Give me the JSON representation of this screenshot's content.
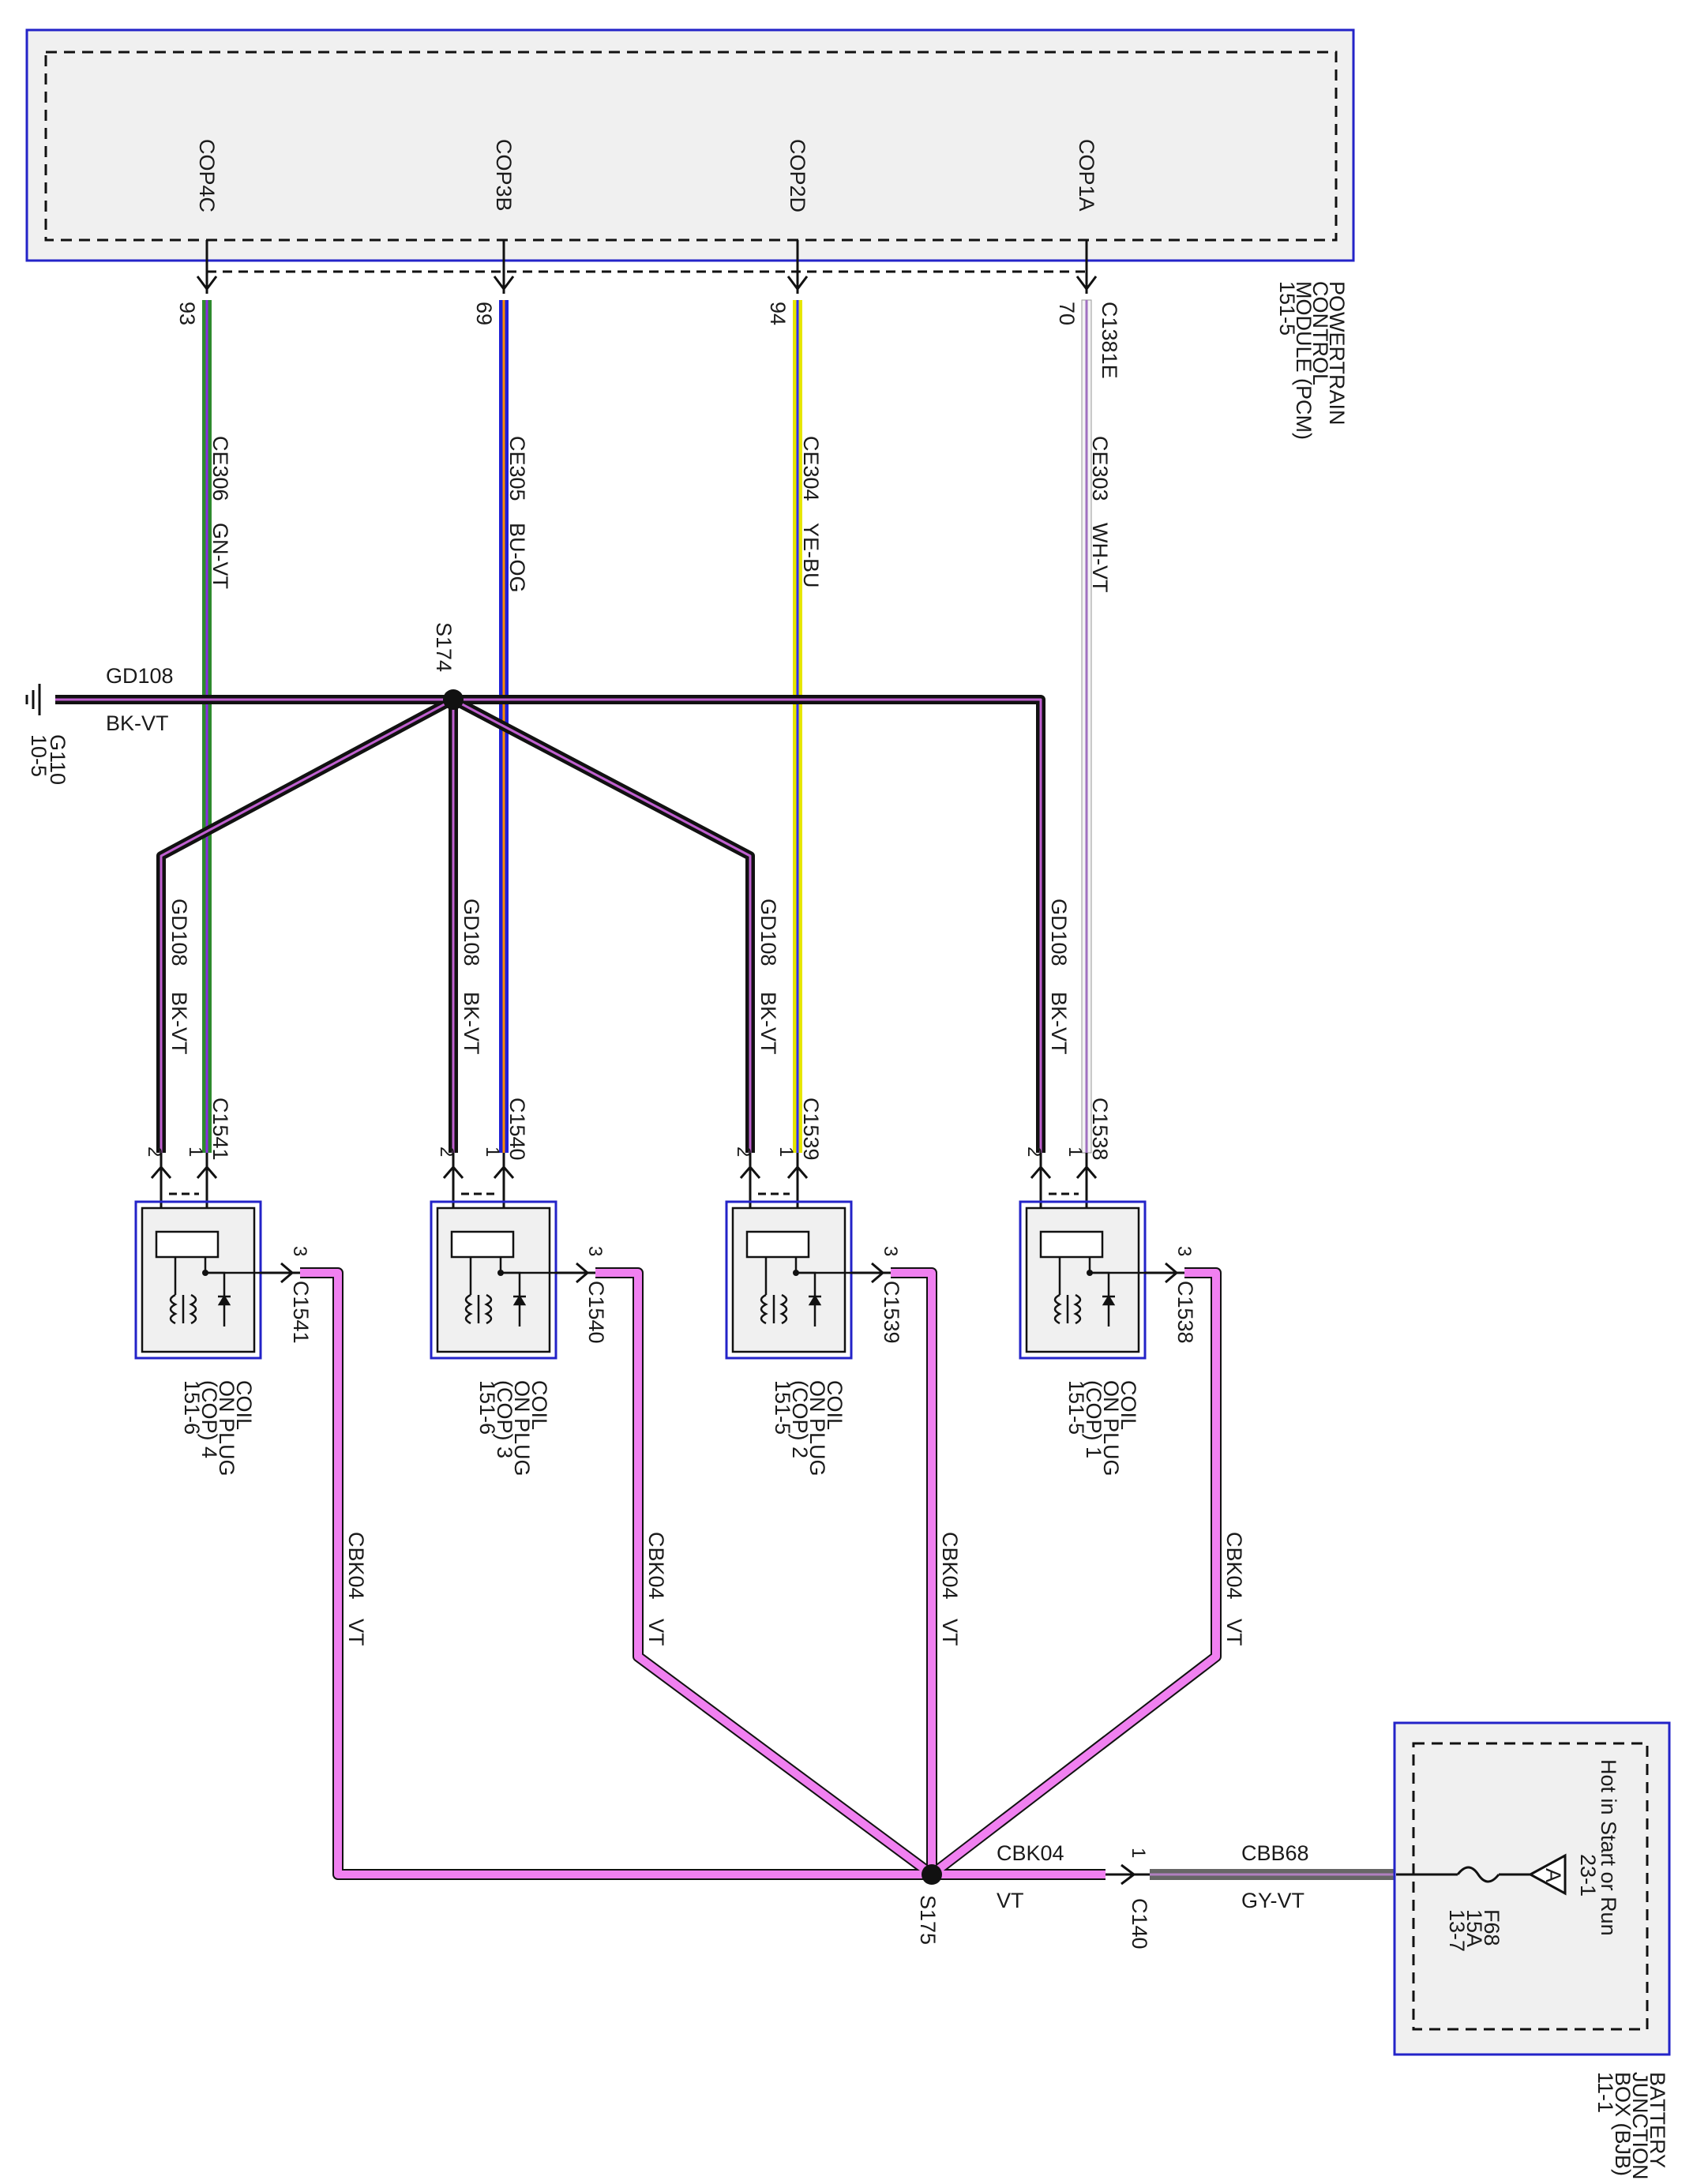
{
  "pcm": {
    "pins": [
      "COP4C",
      "COP3B",
      "COP2D",
      "COP1A"
    ],
    "pin_numbers": [
      "93",
      "69",
      "94",
      "70"
    ],
    "connector": "C1381E",
    "label_lines": [
      "POWERTRAIN",
      "CONTROL",
      "MODULE (PCM)",
      "151-5"
    ]
  },
  "signal_wires": [
    {
      "circuit": "CE306",
      "color_code": "GN-VT",
      "color": "#2e8b2e",
      "stripe": "#8a2be2"
    },
    {
      "circuit": "CE305",
      "color_code": "BU-OG",
      "color": "#1f1fd6",
      "stripe": "#ff8c00"
    },
    {
      "circuit": "CE304",
      "color_code": "YE-BU",
      "color": "#e6e600",
      "stripe": "#3030ff"
    },
    {
      "circuit": "CE303",
      "color_code": "WH-VT",
      "color": "#f4f4f4",
      "stripe": "#a070c0"
    }
  ],
  "ground": {
    "splice": "S174",
    "circuit": "GD108",
    "color_code": "BK-VT",
    "ground_label": "G110",
    "ground_page": "10-5"
  },
  "coils": [
    {
      "connector": "C1541",
      "name_lines": [
        "COIL",
        "ON PLUG",
        "(COP) 4",
        "151-6"
      ]
    },
    {
      "connector": "C1540",
      "name_lines": [
        "COIL",
        "ON PLUG",
        "(COP) 3",
        "151-6"
      ]
    },
    {
      "connector": "C1539",
      "name_lines": [
        "COIL",
        "ON PLUG",
        "(COP) 2",
        "151-5"
      ]
    },
    {
      "connector": "C1538",
      "name_lines": [
        "COIL",
        "ON PLUG",
        "(COP) 1",
        "151-5"
      ]
    }
  ],
  "coil_pins": [
    "2",
    "1",
    "3"
  ],
  "power": {
    "circuit": "CBK04",
    "color_code": "VT",
    "splice": "S175",
    "connector": "C140",
    "connector_pin": "1",
    "feed_circuit": "CBB68",
    "feed_color_code": "GY-VT"
  },
  "bjb": {
    "label_lines": [
      "BATTERY",
      "JUNCTION",
      "BOX (BJB)",
      "11-1"
    ],
    "hot_text": "Hot in Start or Run",
    "page_ref": "23-1",
    "flag": "A",
    "fuse_lines": [
      "F68",
      "15A",
      "13-7"
    ]
  },
  "colors": {
    "module_border": "#2323c8",
    "module_fill": "#f0f0f0",
    "ground_wire": "#111111",
    "ground_stripe": "#c060d0",
    "power_wire": "#f080f0",
    "feed_wire": "#666666"
  }
}
